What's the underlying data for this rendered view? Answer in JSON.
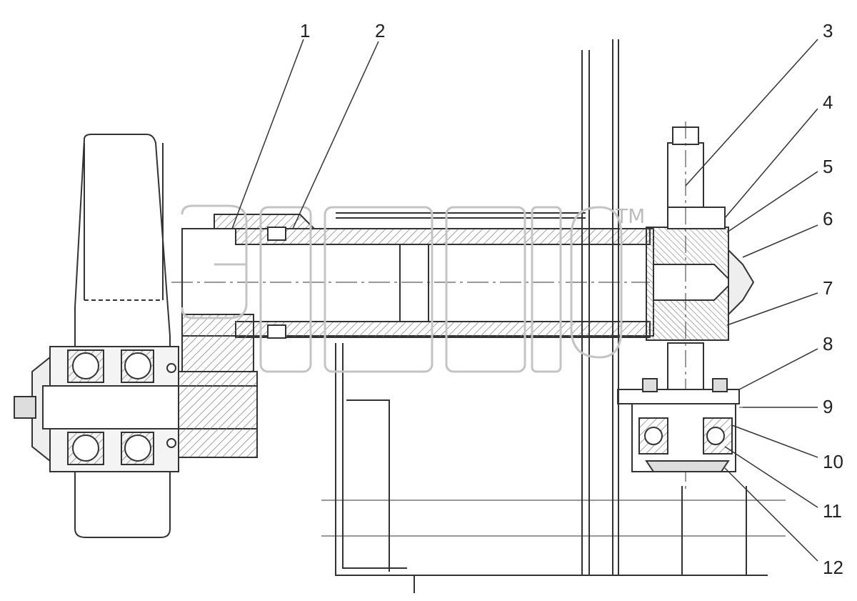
{
  "watermark": {
    "logo_text": "эпсб",
    "trademark": "ТМ"
  },
  "callouts": [
    "1",
    "2",
    "3",
    "4",
    "5",
    "6",
    "7",
    "8",
    "9",
    "10",
    "11",
    "12"
  ],
  "colors": {
    "line": "#333333",
    "hatch": "#666666",
    "watermark": "#bdbdbd",
    "background": "#ffffff"
  }
}
